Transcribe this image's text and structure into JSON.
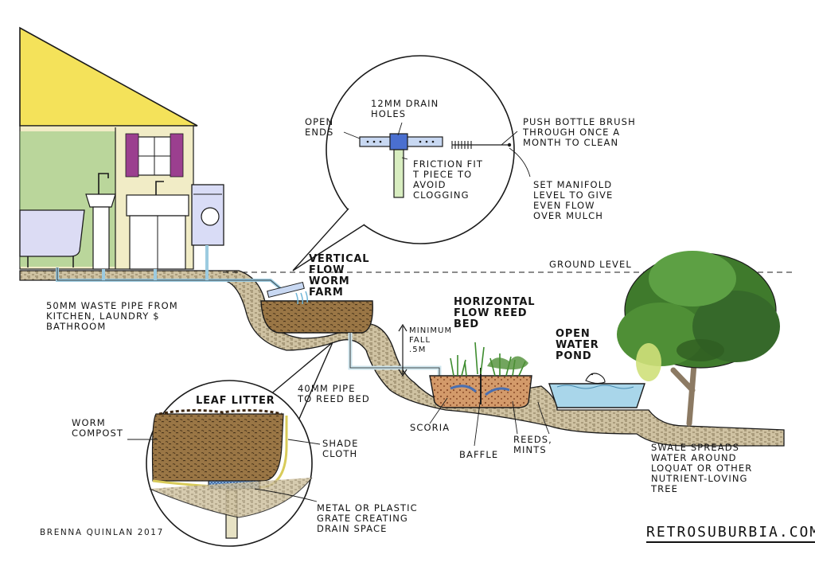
{
  "labels": {
    "open_ends": "OPEN\nENDS",
    "drain_holes": "12MM DRAIN\nHOLES",
    "bottle_brush": "PUSH BOTTLE BRUSH\nTHROUGH ONCE A\nMONTH TO CLEAN",
    "friction_fit": "FRICTION FIT\nT PIECE TO\nAVOID\nCLOGGING",
    "set_manifold": "SET MANIFOLD\nLEVEL TO GIVE\nEVEN FLOW\nOVER MULCH",
    "vertical_flow": "VERTICAL\nFLOW\nWORM\nFARM",
    "ground_level": "GROUND LEVEL",
    "waste_pipe": "50MM WASTE PIPE FROM\nKITCHEN, LAUNDRY $\nBATHROOM",
    "horizontal_flow": "HORIZONTAL\nFLOW REED\nBED",
    "minimum_fall": "MINIMUM\nFALL\n.5M",
    "pipe_40": "40MM PIPE\nTO REED BED",
    "open_water_pond": "OPEN\nWATER\nPOND",
    "leaf_litter": "LEAF LITTER",
    "worm_compost": "WORM\nCOMPOST",
    "shade_cloth": "SHADE\nCLOTH",
    "scoria": "SCORIA",
    "baffle": "BAFFLE",
    "reeds_mints": "REEDS,\nMINTS",
    "swale": "SWALE SPREADS\nWATER AROUND\nLOQUAT OR OTHER\nNUTRIENT-LOVING\nTREE",
    "grate": "METAL OR PLASTIC\nGRATE CREATING\nDRAIN SPACE"
  },
  "signature": "BRENNA QUINLAN 2017",
  "website": "RETROSUBURBIA.COM",
  "colors": {
    "roof": "#f4e25a",
    "house_wall": "#f1ecc6",
    "garden_green": "#7fbf6a",
    "curtain": "#9b3f8f",
    "soil": "#8a6a3e",
    "water": "#a9d6ea",
    "gravel": "#c98a5a",
    "tree_foliage": "#3f7a2c",
    "ink": "#141414"
  }
}
